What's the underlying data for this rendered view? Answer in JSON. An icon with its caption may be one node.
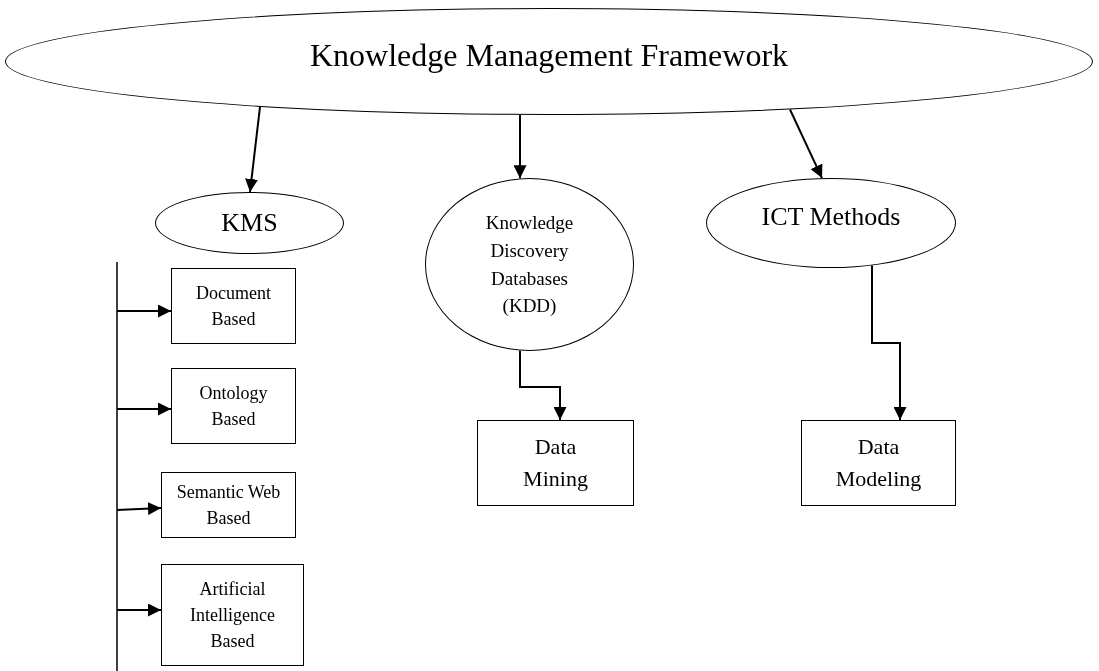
{
  "diagram": {
    "nodes": [
      {
        "text": [
          "Knowledge Management Framework"
        ]
      },
      {
        "text": [
          "KMS"
        ]
      },
      {
        "text": [
          "Knowledge Discovery Databases (KDD)"
        ]
      },
      {
        "text": [
          "ICT Methods"
        ]
      },
      {
        "text": [
          "Document Based"
        ]
      },
      {
        "text": [
          "Ontology Based"
        ]
      },
      {
        "text": [
          "Semantic Web Based"
        ]
      },
      {
        "text": [
          "Artificial Intelligence Based"
        ]
      },
      {
        "text": [
          "Data Mining"
        ]
      },
      {
        "text": [
          "Data Modeling"
        ]
      }
    ],
    "edges": [
      {
        "from": 0,
        "to": 1,
        "arrow": "to"
      },
      {
        "from": 0,
        "to": 2,
        "arrow": "to"
      },
      {
        "from": 0,
        "to": 3,
        "arrow": "to"
      },
      {
        "from": 2,
        "to": 8,
        "arrow": "to"
      },
      {
        "from": 3,
        "to": 9,
        "arrow": "to"
      },
      {
        "from": null,
        "to": 4,
        "arrow": "to"
      },
      {
        "from": null,
        "to": 5,
        "arrow": "to"
      },
      {
        "from": null,
        "to": 6,
        "arrow": "to"
      },
      {
        "from": null,
        "to": 7,
        "arrow": "to"
      }
    ]
  }
}
